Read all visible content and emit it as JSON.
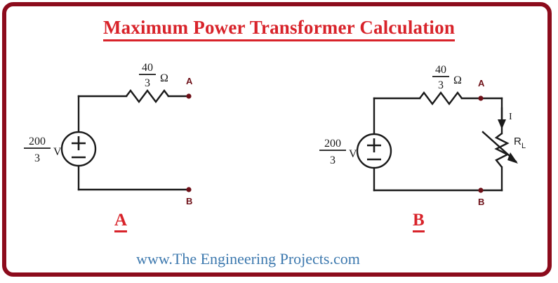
{
  "page": {
    "title": "Maximum Power Transformer Calculation",
    "footer_url": "www.The Engineering Projects.com",
    "border_color": "#8C0B1C",
    "title_color": "#D8232A",
    "footer_color": "#3C78AE",
    "background_color": "#ffffff"
  },
  "diagram": {
    "type": "electrical-circuit-pair",
    "wire_color": "#1A1A1A",
    "terminal_color": "#6E1018",
    "panels": [
      {
        "id": "a",
        "caption": "A",
        "description": "Thevenin equivalent source with open-circuit terminals A-B",
        "source": {
          "name": "voltage-source",
          "numerator": "200",
          "denominator": "3",
          "unit": "V",
          "plus_sign": "+",
          "minus_sign": "−"
        },
        "resistor": {
          "name": "series-resistor",
          "numerator": "40",
          "denominator": "3",
          "unit": "Ω"
        },
        "terminals": [
          {
            "label": "A"
          },
          {
            "label": "B"
          }
        ]
      },
      {
        "id": "b",
        "caption": "B",
        "description": "Same source loaded with variable load resistor R_L carrying current I",
        "source": {
          "name": "voltage-source",
          "numerator": "200",
          "denominator": "3",
          "unit": "V",
          "plus_sign": "+",
          "minus_sign": "−"
        },
        "resistor": {
          "name": "series-resistor",
          "numerator": "40",
          "denominator": "3",
          "unit": "Ω"
        },
        "load": {
          "name": "variable-load-resistor",
          "label": "R",
          "subscript": "L"
        },
        "current": {
          "name": "current-arrow",
          "label": "I",
          "direction": "down"
        },
        "terminals": [
          {
            "label": "A"
          },
          {
            "label": "B"
          }
        ]
      }
    ]
  }
}
